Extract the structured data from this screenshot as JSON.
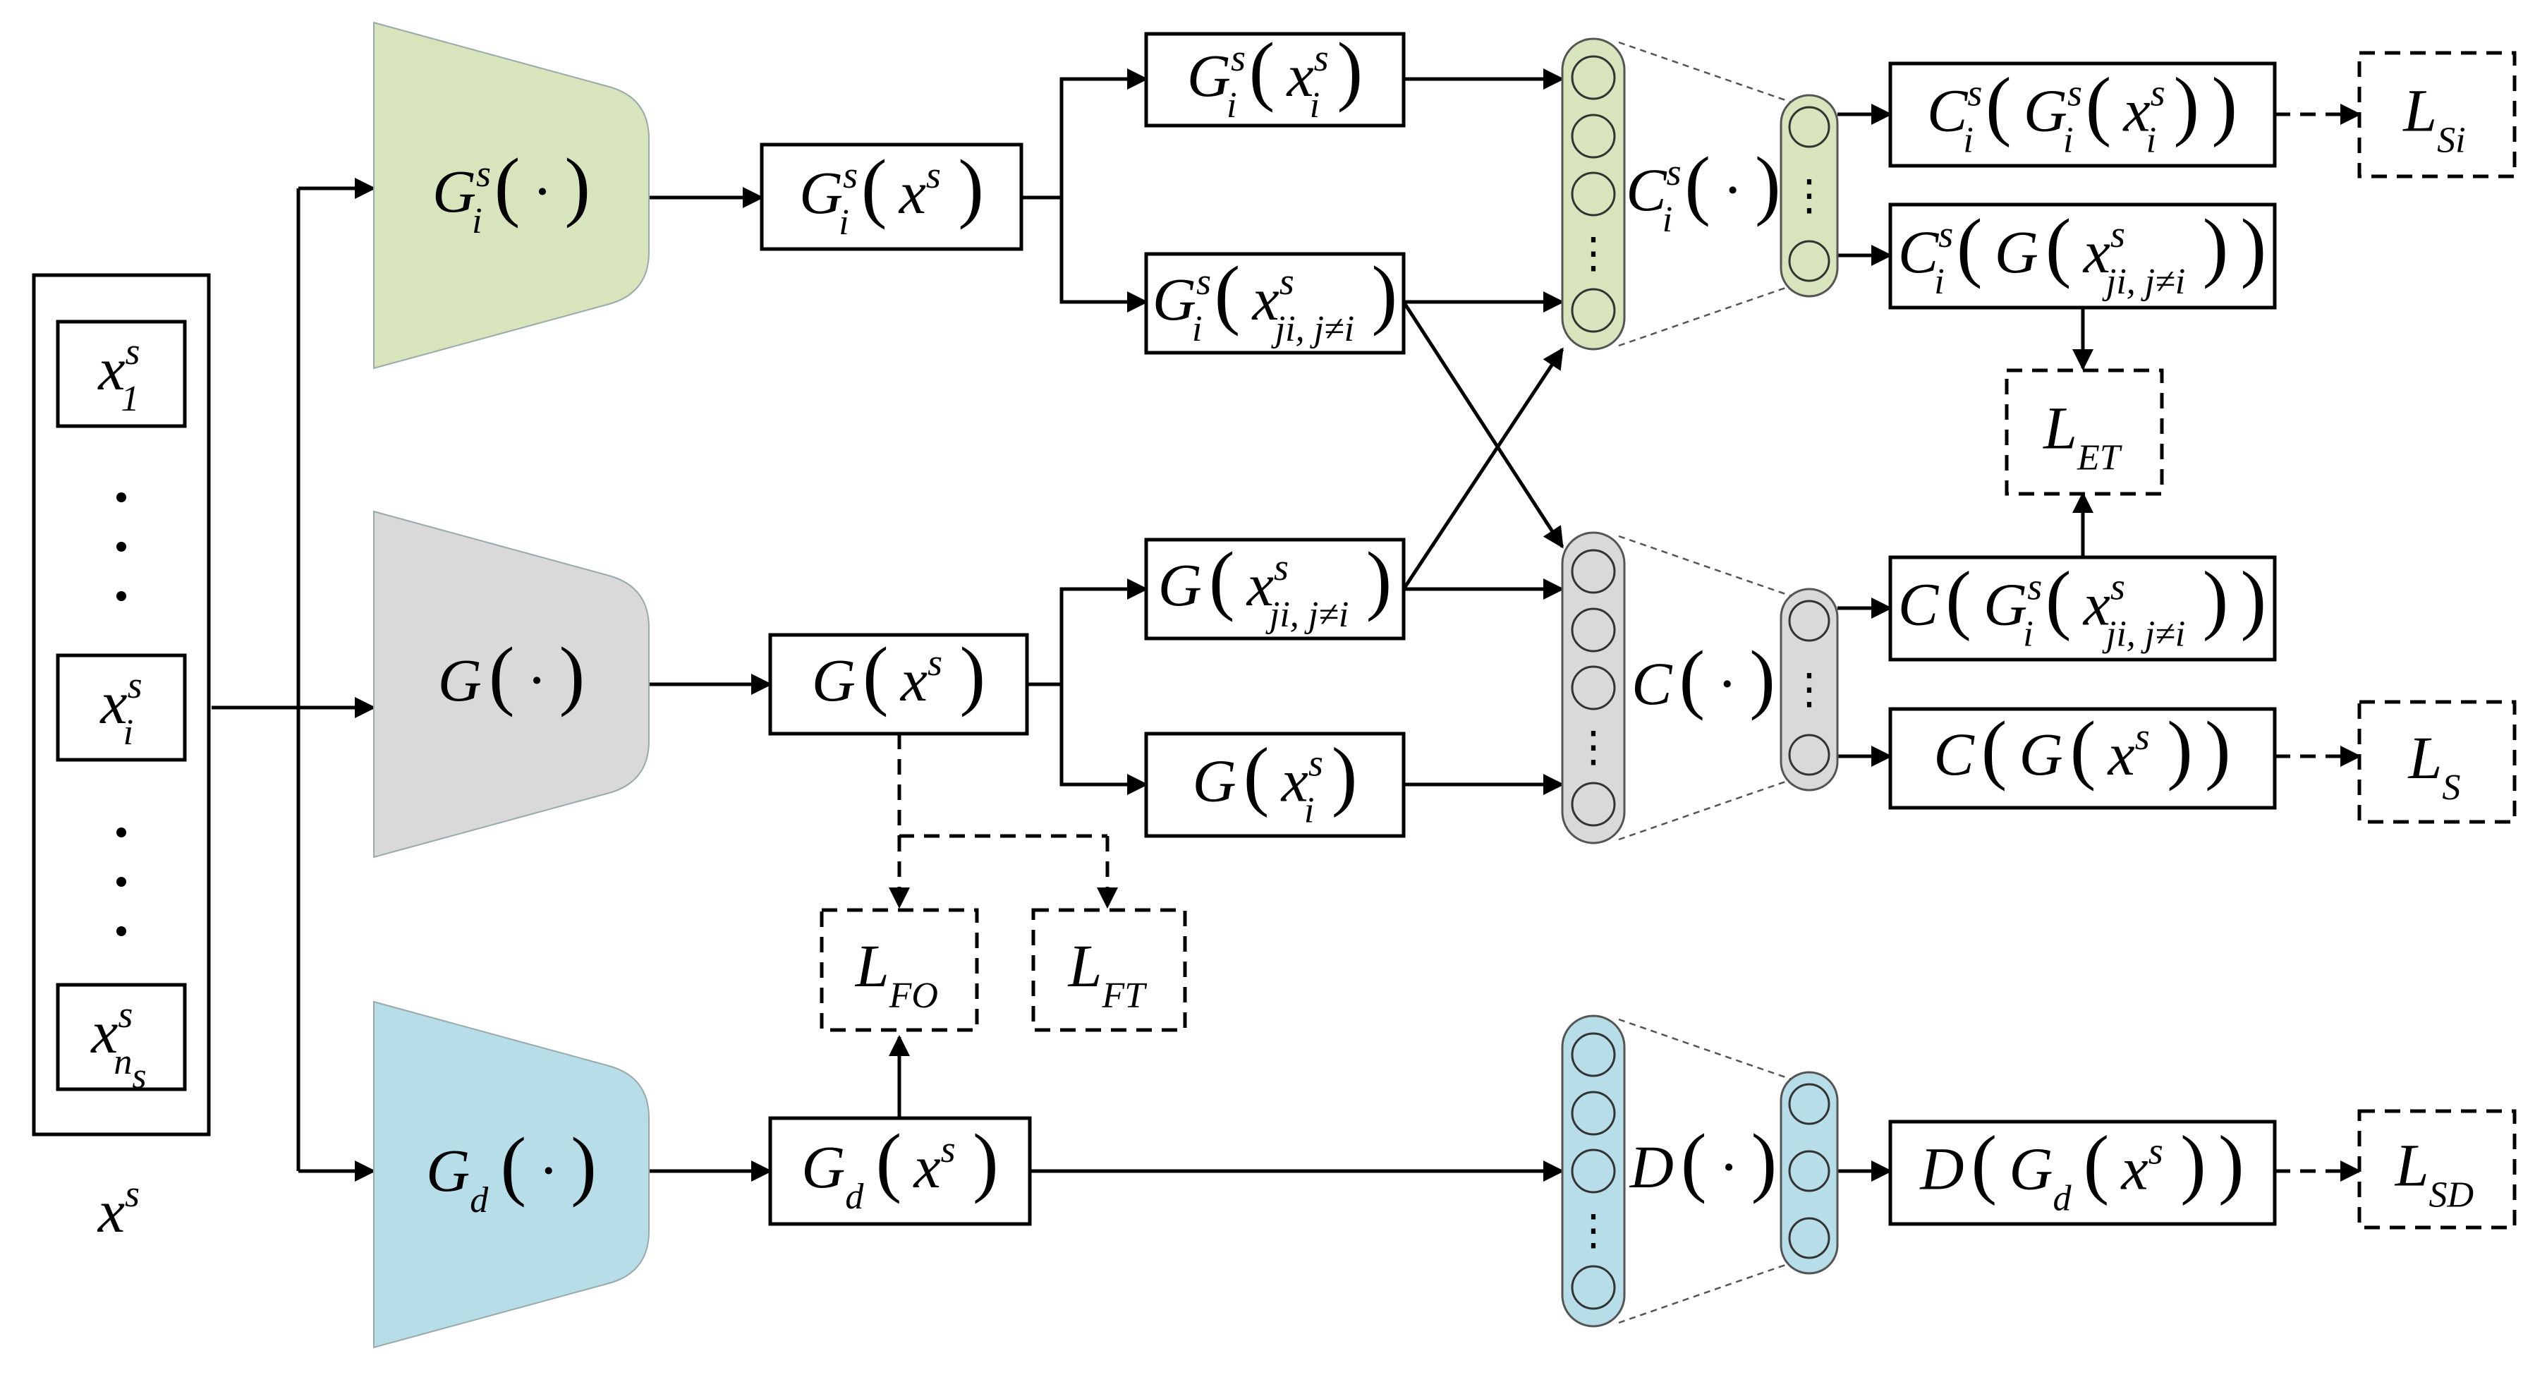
{
  "colors": {
    "private": "#d8e4bc",
    "shared": "#d9d9d9",
    "domain": "#b6dde8",
    "line": "#000000",
    "background": "#ffffff"
  },
  "input": {
    "items": [
      {
        "base": "x",
        "sup": "s",
        "sub": "1"
      },
      {
        "base": "x",
        "sup": "s",
        "sub": "i"
      },
      {
        "base": "x",
        "sup": "s",
        "sub": "n",
        "subsub": "s"
      }
    ],
    "dots": "•",
    "caption": {
      "base": "x",
      "sup": "s"
    }
  },
  "extractors": [
    {
      "id": "private",
      "base": "G",
      "sup": "s",
      "sub": "i",
      "arg": "·"
    },
    {
      "id": "shared",
      "base": "G",
      "sup": "",
      "sub": "",
      "arg": "·"
    },
    {
      "id": "domain",
      "base": "G",
      "sup": "",
      "sub": "d",
      "arg": "·"
    }
  ],
  "features": {
    "private_out": {
      "fn": {
        "base": "G",
        "sup": "s",
        "sub": "i"
      },
      "arg": {
        "base": "x",
        "sup": "s",
        "sub": ""
      }
    },
    "private_xi": {
      "fn": {
        "base": "G",
        "sup": "s",
        "sub": "i"
      },
      "arg": {
        "base": "x",
        "sup": "s",
        "sub": "i"
      }
    },
    "private_xj": {
      "fn": {
        "base": "G",
        "sup": "s",
        "sub": "i"
      },
      "arg": {
        "base": "x",
        "sup": "s",
        "sub": "ji, j≠i"
      }
    },
    "shared_out": {
      "fn": {
        "base": "G",
        "sup": "",
        "sub": ""
      },
      "arg": {
        "base": "x",
        "sup": "s",
        "sub": ""
      }
    },
    "shared_xj": {
      "fn": {
        "base": "G",
        "sup": "",
        "sub": ""
      },
      "arg": {
        "base": "x",
        "sup": "s",
        "sub": "ji, j≠i"
      }
    },
    "shared_xi": {
      "fn": {
        "base": "G",
        "sup": "",
        "sub": ""
      },
      "arg": {
        "base": "x",
        "sup": "s",
        "sub": "i"
      }
    },
    "domain_out": {
      "fn": {
        "base": "G",
        "sup": "",
        "sub": "d"
      },
      "arg": {
        "base": "x",
        "sup": "s",
        "sub": ""
      }
    }
  },
  "classifiers": [
    {
      "id": "private",
      "base": "C",
      "sup": "s",
      "sub": "i",
      "arg": "·"
    },
    {
      "id": "shared",
      "base": "C",
      "sup": "",
      "sub": "",
      "arg": "·"
    },
    {
      "id": "domain",
      "base": "D",
      "sup": "",
      "sub": "",
      "arg": "·"
    }
  ],
  "outputs": {
    "ci_gi_xi": {
      "c": {
        "base": "C",
        "sup": "s",
        "sub": "i"
      },
      "g": {
        "base": "G",
        "sup": "s",
        "sub": "i"
      },
      "x": {
        "base": "x",
        "sup": "s",
        "sub": "i"
      }
    },
    "ci_g_xj": {
      "c": {
        "base": "C",
        "sup": "s",
        "sub": "i"
      },
      "g": {
        "base": "G",
        "sup": "",
        "sub": ""
      },
      "x": {
        "base": "x",
        "sup": "s",
        "sub": "ji, j≠i"
      }
    },
    "c_gi_xj": {
      "c": {
        "base": "C",
        "sup": "",
        "sub": ""
      },
      "g": {
        "base": "G",
        "sup": "s",
        "sub": "i"
      },
      "x": {
        "base": "x",
        "sup": "s",
        "sub": "ji, j≠i"
      }
    },
    "c_g_x": {
      "c": {
        "base": "C",
        "sup": "",
        "sub": ""
      },
      "g": {
        "base": "G",
        "sup": "",
        "sub": ""
      },
      "x": {
        "base": "x",
        "sup": "s",
        "sub": ""
      }
    },
    "d_gd_x": {
      "c": {
        "base": "D",
        "sup": "",
        "sub": ""
      },
      "g": {
        "base": "G",
        "sup": "",
        "sub": "d"
      },
      "x": {
        "base": "x",
        "sup": "s",
        "sub": ""
      }
    }
  },
  "losses": {
    "si": {
      "base": "L",
      "sub": "Si"
    },
    "et": {
      "base": "L",
      "sub": "ET"
    },
    "s": {
      "base": "L",
      "sub": "S"
    },
    "fo": {
      "base": "L",
      "sub": "FO"
    },
    "ft": {
      "base": "L",
      "sub": "FT"
    },
    "sd": {
      "base": "L",
      "sub": "SD"
    }
  },
  "vertical_ellipsis": "⋮"
}
